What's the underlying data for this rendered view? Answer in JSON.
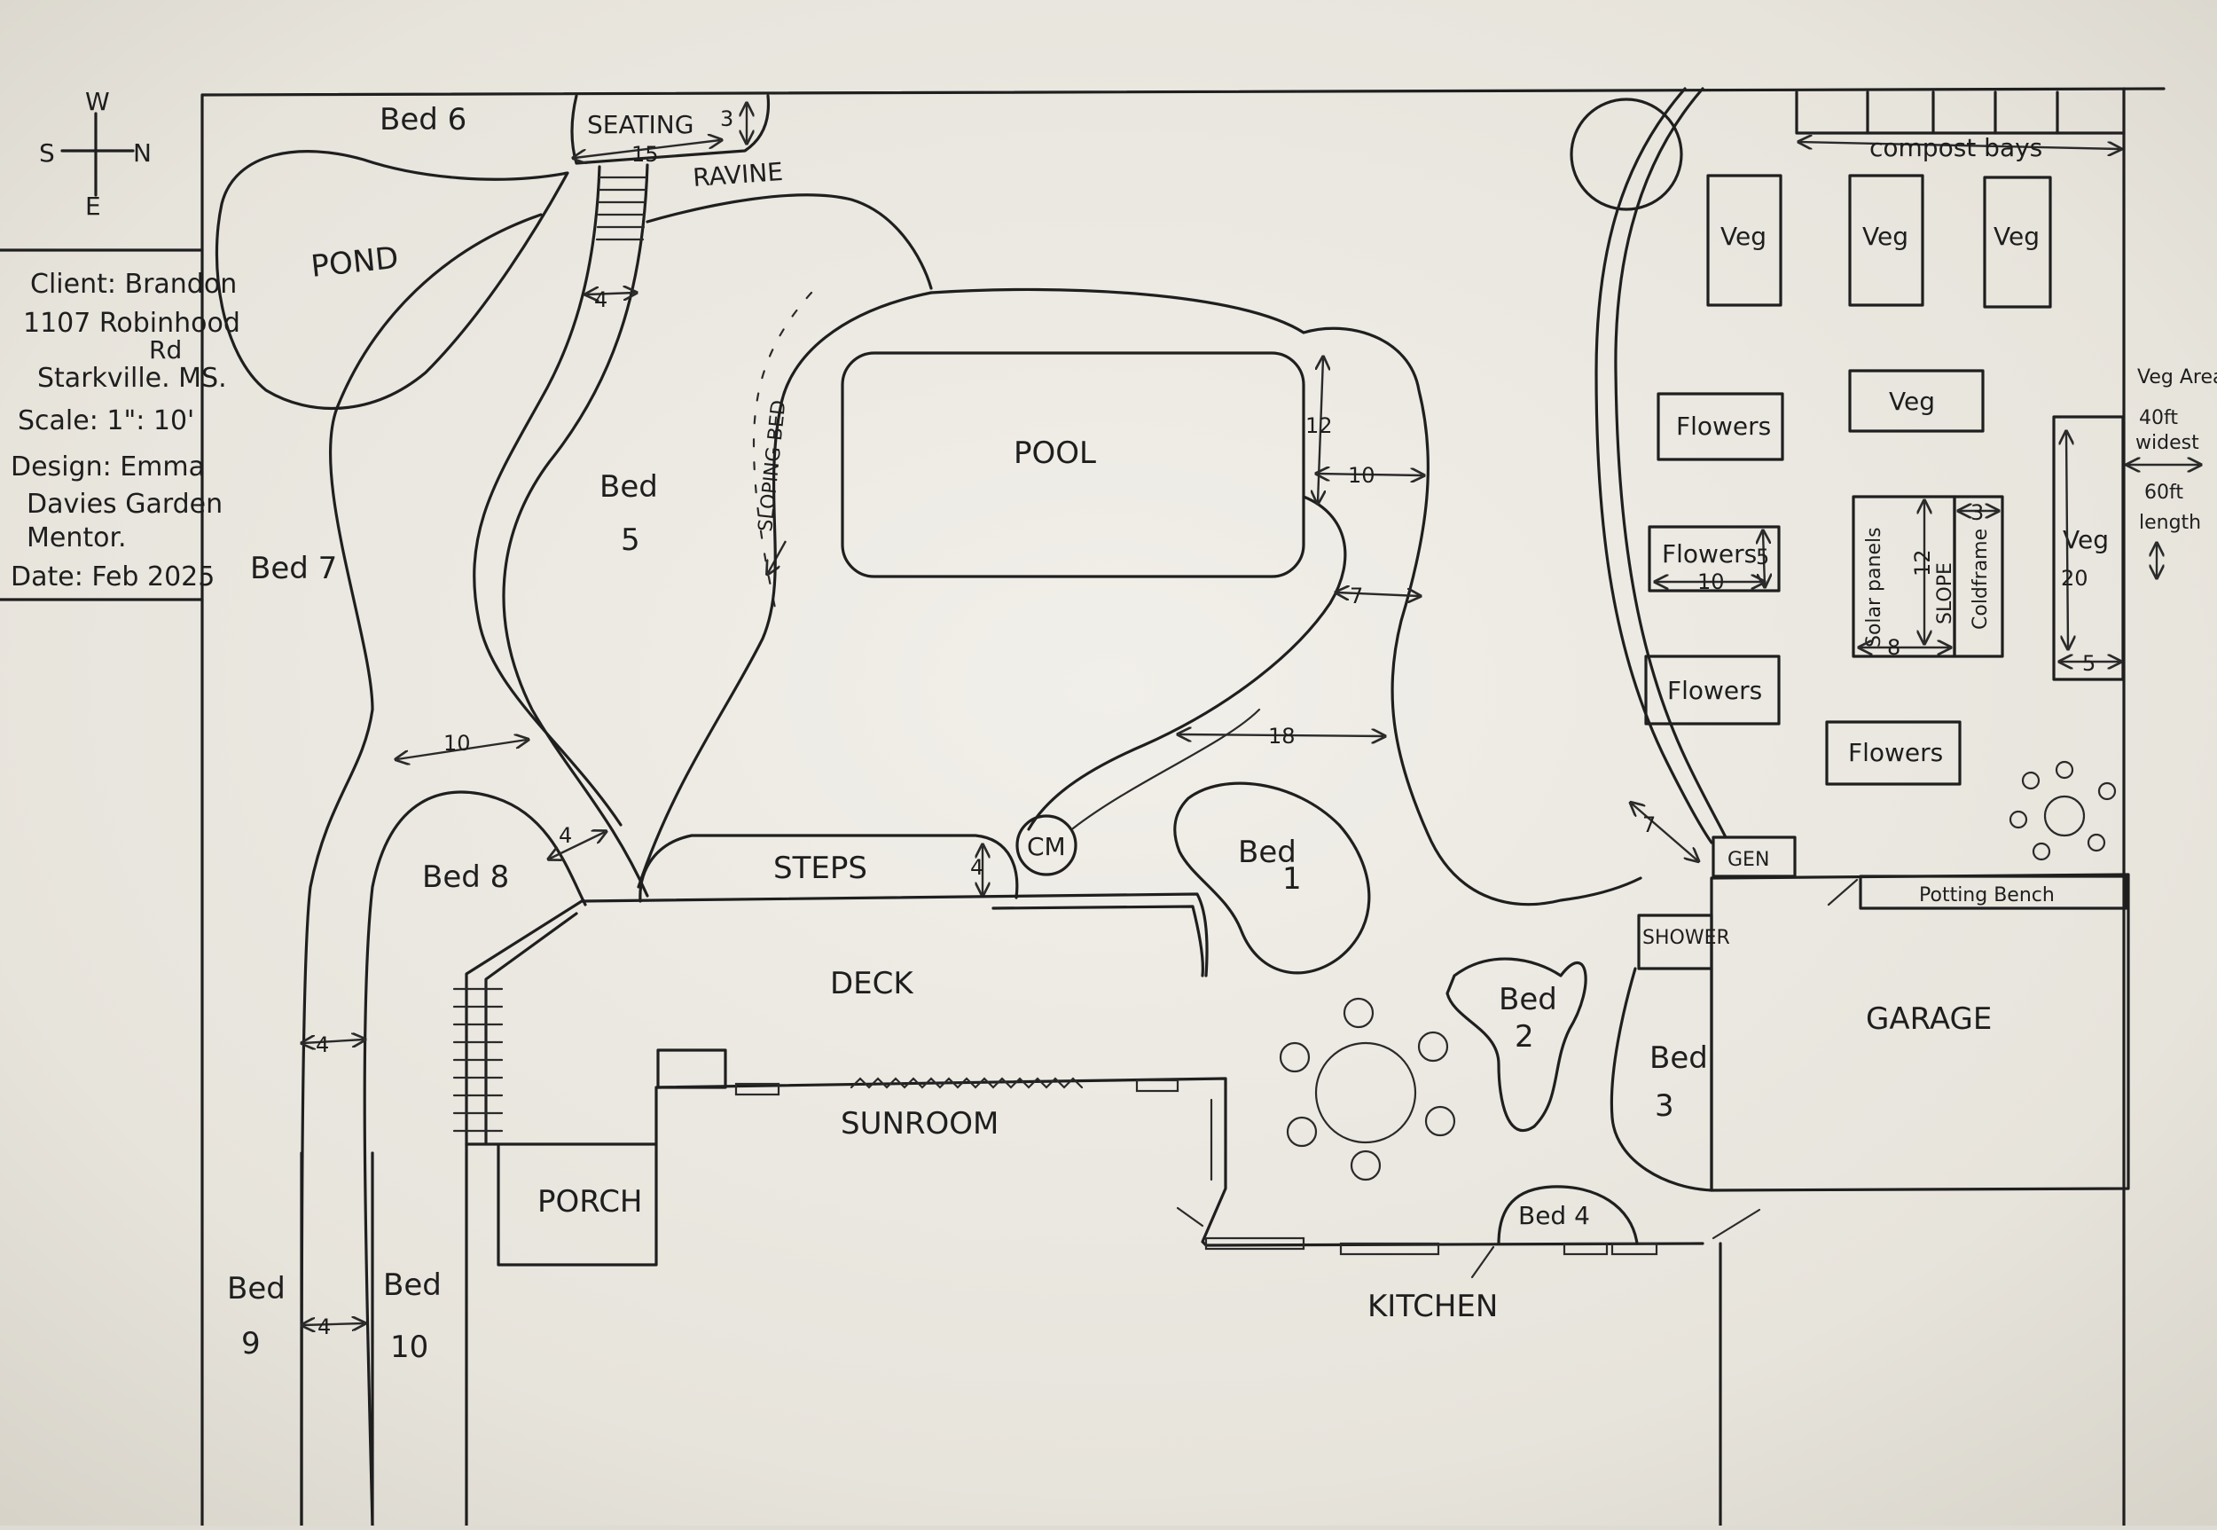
{
  "compass": {
    "north": "N",
    "south": "S",
    "east": "E",
    "west": "W"
  },
  "info_block": {
    "client": "Client: Brandon",
    "address_line1": "1107 Robinhood",
    "address_line2": "Rd",
    "address_line3": "Starkville. MS.",
    "scale": "Scale: 1\": 10'",
    "design_line1": "Design: Emma",
    "design_line2": "Davies Garden",
    "design_line3": "Mentor.",
    "date": "Date: Feb 2025"
  },
  "labels": {
    "bed6": "Bed 6",
    "seating": "SEATING",
    "ravine": "RAVINE",
    "pond": "POND",
    "sloping_bed": "SLOPING BED",
    "bed5_a": "Bed",
    "bed5_b": "5",
    "bed7": "Bed 7",
    "pool": "POOL",
    "bed8": "Bed 8",
    "steps": "STEPS",
    "cm": "CM",
    "bed1_a": "Bed",
    "bed1_b": "1",
    "deck": "DECK",
    "sunroom": "SUNROOM",
    "porch": "PORCH",
    "bed2_a": "Bed",
    "bed2_b": "2",
    "bed3_a": "Bed",
    "bed3_b": "3",
    "bed4": "Bed 4",
    "kitchen": "KITCHEN",
    "bed9_a": "Bed",
    "bed9_b": "9",
    "bed10_a": "Bed",
    "bed10_b": "10",
    "garage": "GARAGE",
    "shower": "SHOWER",
    "gen": "GEN",
    "potting_bench": "Potting Bench",
    "compost_bays": "compost bays",
    "veg": "Veg",
    "flowers": "Flowers",
    "solar_panels": "Solar panels",
    "slope": "SLOPE",
    "coldframe": "Coldframe",
    "veg_area_1": "Veg Area",
    "veg_area_2": "40ft",
    "veg_area_3": "widest",
    "veg_area_4": "60ft",
    "veg_area_5": "length"
  },
  "dimensions": {
    "seating_len": "15",
    "seating_w": "3",
    "path_top": "4",
    "pool_12": "12",
    "pool_10": "10",
    "path_7": "7",
    "path_18": "18",
    "path_10": "10",
    "path_4a": "4",
    "steps_4": "4",
    "path_4b": "4",
    "path_4c": "4",
    "gate_7": "7",
    "flowers_5": "5",
    "flowers_10": "10",
    "solar_12": "12",
    "solar_8": "8",
    "cold_3": "3",
    "veg_20": "20",
    "veg_5": "5"
  }
}
